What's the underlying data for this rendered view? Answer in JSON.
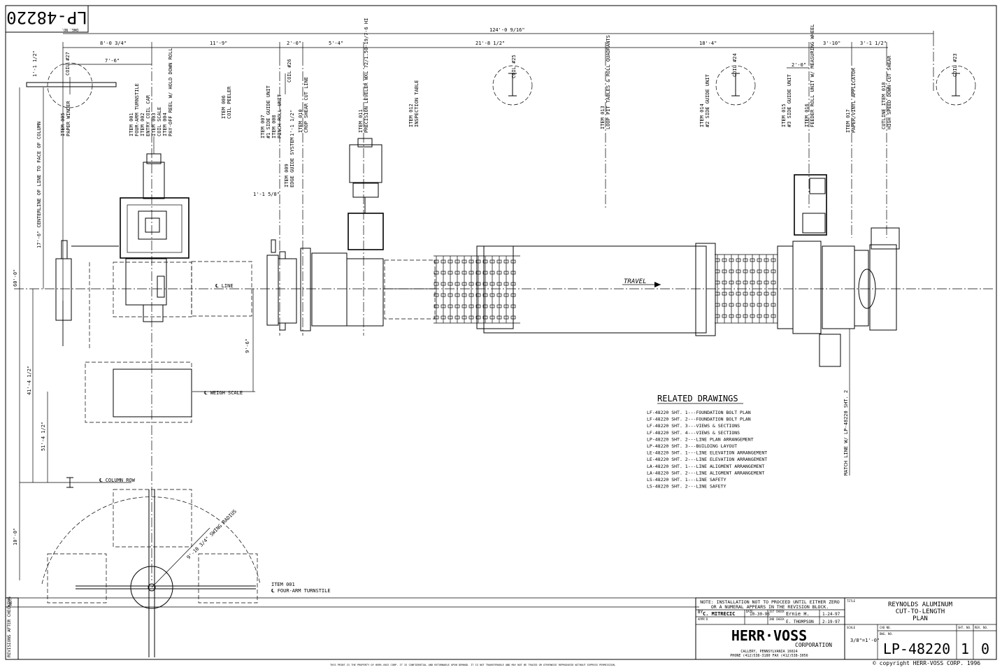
{
  "drawing_number_stamp": "LP-48220",
  "dwg_no_caption": "DWG. NO.",
  "overall_dimension": "124'-0 9/16\"",
  "dimensions": {
    "d1": "8'-0 3/4\"",
    "d2": "11'-9\"",
    "d3": "2'-0\"",
    "d4": "5'-4\"",
    "d5": "21'-8 1/2\"",
    "d6": "18'-4\"",
    "d7": "3'-10\"",
    "d8": "3'-1 1/2\"",
    "d9": "7'-6\"",
    "d10": "2'-0\"",
    "d11": "1'-1 1/2\"",
    "d12": "1'-1 5/8\"",
    "d13": "1'-1 1/2\"",
    "d14": "9'-6\"",
    "v1": "60'-0\"",
    "v2": "17'-6\" CENTERLINE OF LINE TO FACE OF COLUMN",
    "v3": "41'-4 1/2\"",
    "v4": "51'-4 1/2\"",
    "v5": "10'-0\""
  },
  "coil_labels": [
    "COIL #27",
    "COIL #26",
    "COIL #25",
    "COIL #24",
    "COIL #23"
  ],
  "items": [
    {
      "num": "ITEM 005",
      "desc": "PAPER WINDER"
    },
    {
      "num": "ITEM 001",
      "desc": "FOUR-ARM TURNSTILE"
    },
    {
      "num": "ITEM 002",
      "desc": "ENTRY COIL CAR"
    },
    {
      "num": "ITEM 003",
      "desc": "COIL SCALE"
    },
    {
      "num": "ITEM 004",
      "desc": "PAY-OFF REEL W/ HOLD DOWN ROLL"
    },
    {
      "num": "ITEM 006",
      "desc": "COIL PEELER"
    },
    {
      "num": "ITEM 007",
      "desc": "#1 SIDE GUIDE UNIT"
    },
    {
      "num": "ITEM 008",
      "desc": "PINCH ROLL UNIT"
    },
    {
      "num": "ITEM 009",
      "desc": "EDGE GUIDE SYSTEM"
    },
    {
      "num": "ITEM 010",
      "desc": "CROP SHEAR CUT LINE"
    },
    {
      "num": "ITEM 011",
      "desc": "PRECISION LEVELER WXL 72/1.50-19/7-6 HI"
    },
    {
      "num": "ITEM 012",
      "desc": "INSPECTION TABLE"
    },
    {
      "num": "ITEM 013",
      "desc": "LOOP PIT TABLES & ROLL QUADRANTS"
    },
    {
      "num": "ITEM 014",
      "desc": "#2 SIDE GUIDE UNIT"
    },
    {
      "num": "ITEM 015",
      "desc": "#3 SIDE GUIDE UNIT"
    },
    {
      "num": "ITEM 016",
      "desc": "FEEDER ROLL UNIT W/ MEASURING WHEEL"
    },
    {
      "num": "ITEM 017",
      "desc": "PAPER/VINYL APPLICATOR"
    },
    {
      "num": "CUTLINE ITEM 018",
      "desc": "HIGH SPEED DOWN-CUT SHEAR"
    }
  ],
  "annotations": {
    "line": "℄ LINE",
    "travel": "TRAVEL",
    "weigh_scale": "℄ WEIGH SCALE",
    "column_row": "℄ COLUMN ROW",
    "swing_radius": "9'-10 3/4\" SWING RADIUS",
    "turnstile_item": "ITEM 001",
    "turnstile_desc": "℄ FOUR-ARM TURNSTILE",
    "match_line": "MATCH LINE W/ LP-48220 SHT. 2"
  },
  "related_drawings": {
    "title": "RELATED DRAWINGS",
    "entries": [
      "LF-48220 SHT. 1---FOUNDATION BOLT PLAN",
      "LF-48220 SHT. 2---FOUNDATION BOLT PLAN",
      "LF-48220 SHT. 3---VIEWS & SECTIONS",
      "LF-48220 SHT. 4---VIEWS & SECTIONS",
      "LP-48220 SHT. 2---LINE PLAN ARRANGEMENT",
      "LP-48220 SHT. 3---BUILDING LAYOUT",
      "LE-48220 SHT. 1---LINE ELEVATION ARRANGEMENT",
      "LE-48220 SHT. 2---LINE ELEVATION ARRANGEMENT",
      "LA-48220 SHT. 1---LINE ALIGMENT ARRANGEMENT",
      "LA-48220 SHT. 2---LINE ALIGMENT ARRANGEMENT",
      "LS-48220 SHT. 1---LINE SAFETY",
      "LS-48220 SHT. 2---LINE SAFETY"
    ]
  },
  "revision_block": {
    "no_label": "NO.",
    "side_label": "REVISIONS AFTER CHECKING"
  },
  "title_block": {
    "note": "NOTE: INSTALLATION NOT TO PROCEED UNTIL EITHER ZERO OR A NUMERAL APPEARS IN THE REVISION BLOCK.",
    "note_line1": "NOTE: INSTALLATION NOT TO PROCEED UNTIL EITHER ZERO",
    "note_line2": "OR A NUMERAL APPEARS IN THE REVISION BLOCK.",
    "by_label": "BY",
    "by": "C. MITRECIC",
    "date_label": "DATE",
    "date1": "10-30-96",
    "chk_label": "1ST CHECK",
    "chk": "Ernie H.",
    "chk_date": "1-24-97",
    "appr_label": "APPR'D",
    "chk2_label": "2ND CHECK",
    "chk2": "E. THOMPSON",
    "chk2_date": "2-19-97",
    "company": "HERR·VOSS",
    "company_sub": "CORPORATION",
    "address": "CALLERY, PENNSYLVANIA 16024",
    "phone": "PHONE (412)538-3180  FAX (412)538-3056",
    "title_label": "TITLE",
    "title_line1": "REYNOLDS ALUMINUM",
    "title_line2": "CUT-TO-LENGTH",
    "title_line3": "PLAN",
    "scale_label": "SCALE",
    "scale": "3/8\"=1'-0\"",
    "cad_label": "CAD NO.",
    "dwg_label": "DWG. NO.",
    "dwg_no": "LP-48220",
    "sht_label": "SHT. NO.",
    "sht_no": "1",
    "rev_label": "REV. NO.",
    "rev_no": "0",
    "copyright": "© copyright  HERR-VOSS CORP. 1996",
    "property_notice": "THIS PRINT IS THE PROPERTY OF HERR-VOSS CORP. IT IS CONFIDENTIAL AND RETURNABLE UPON DEMAND. IT IS NOT TRANSFERABLE AND MAY NOT BE TRACED OR OTHERWISE REPRODUCED WITHOUT EXPRESS PERMISSION."
  }
}
